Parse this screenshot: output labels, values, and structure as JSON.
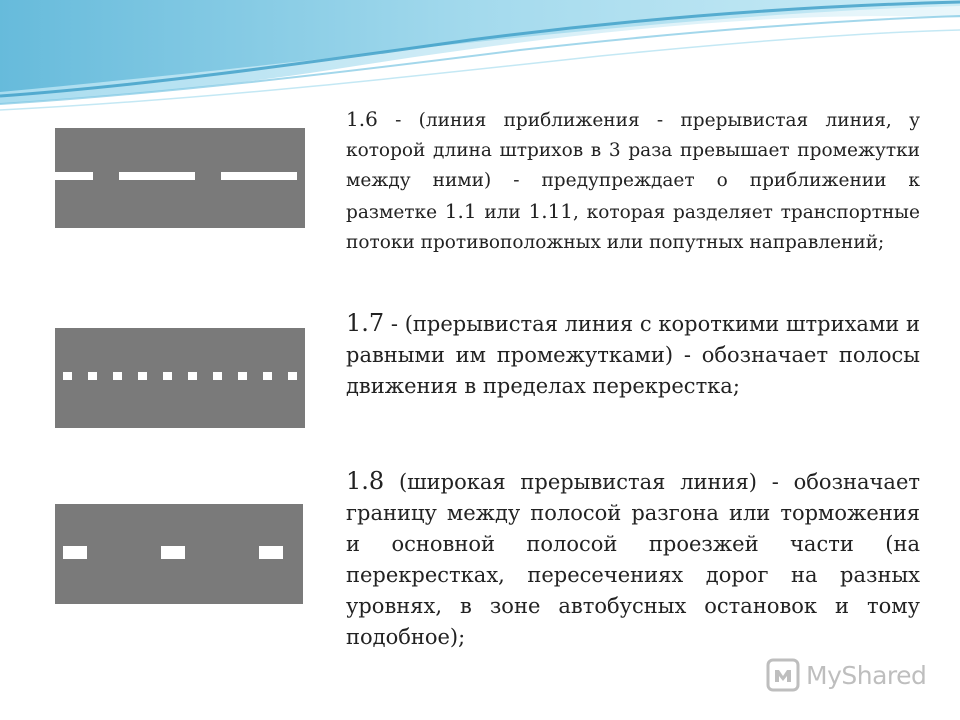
{
  "items": [
    {
      "code": "1.6",
      "text": " - (линия приближения - прерывистая линия, у которой длина штрихов в 3 раза превышает промежутки между ними) - предупреждает о приближении к разметке ",
      "ref1": "1.1",
      "mid": " или ",
      "ref2": "1.11",
      "tail": ", которая разделяет транспортные потоки противоположных или попутных направлений;"
    },
    {
      "code": "1.7",
      "text": " - (прерывистая линия с короткими штрихами и равными им промежутками) - обозначает полосы движения в пределах перекрестка;"
    },
    {
      "code": "1.8",
      "text": " (широкая прерывистая линия) - обозначает границу между полосой разгона или торможения и основной полосой проезжей части (на перекрестках, пересечениях дорог на разных уровнях, в зоне автобусных остановок и тому подобное);"
    }
  ],
  "colors": {
    "road": "#7a7a7a",
    "marking": "#ffffff",
    "wave_light": "#d8eef6",
    "wave_mid": "#8fd0e8",
    "wave_dark": "#4aa6cc"
  },
  "watermark": {
    "brand": "MyShared",
    "icon": "myshared-logo-icon"
  }
}
